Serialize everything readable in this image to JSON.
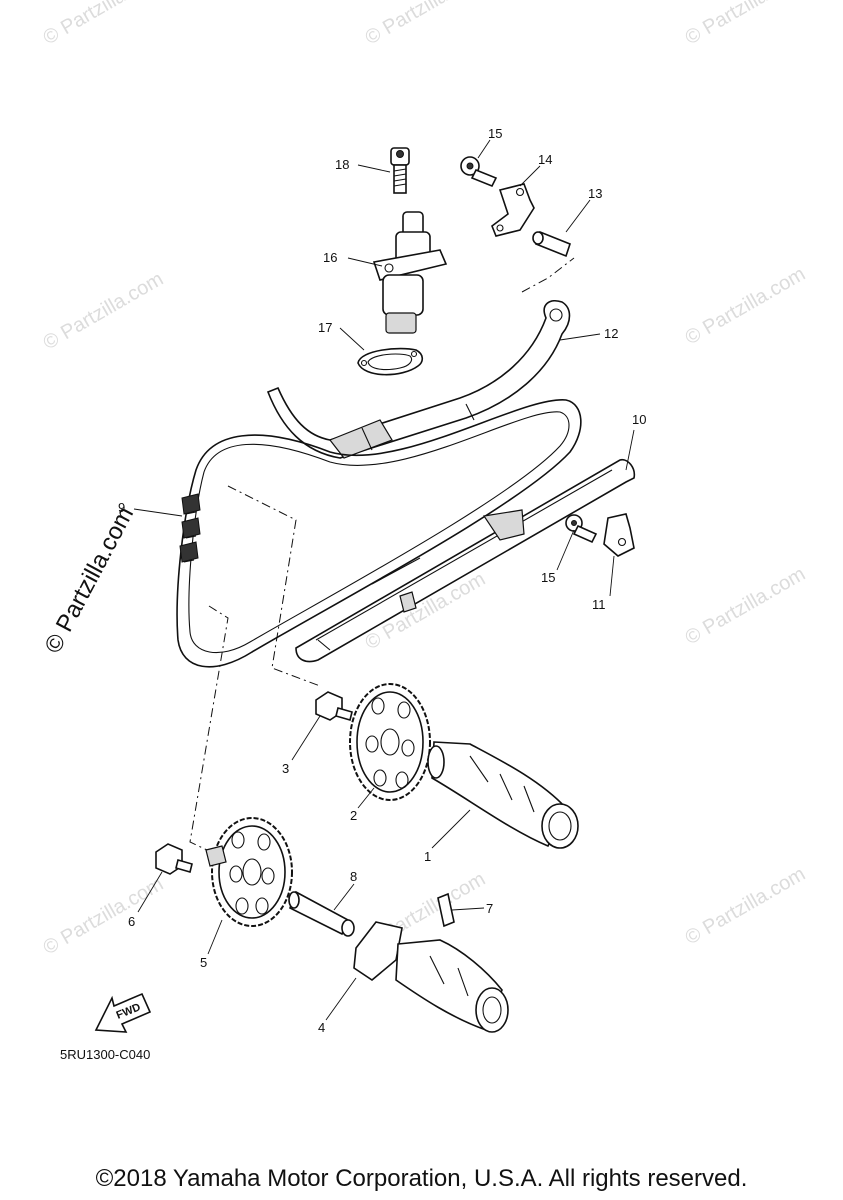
{
  "watermark": {
    "text": "© Partzilla.com",
    "big_text": "© Partzilla.com"
  },
  "diagram": {
    "callouts": {
      "c1": "1",
      "c2": "2",
      "c3": "3",
      "c4": "4",
      "c5": "5",
      "c6": "6",
      "c7": "7",
      "c8": "8",
      "c9": "9",
      "c10": "10",
      "c11": "11",
      "c12": "12",
      "c13": "13",
      "c14": "14",
      "c15a": "15",
      "c15b": "15",
      "c16": "16",
      "c17": "17",
      "c18": "18"
    },
    "fwd_label": "FWD",
    "doc_code": "5RU1300-C040"
  },
  "footer": {
    "copyright": "©2018 Yamaha Motor Corporation, U.S.A. All rights reserved."
  }
}
